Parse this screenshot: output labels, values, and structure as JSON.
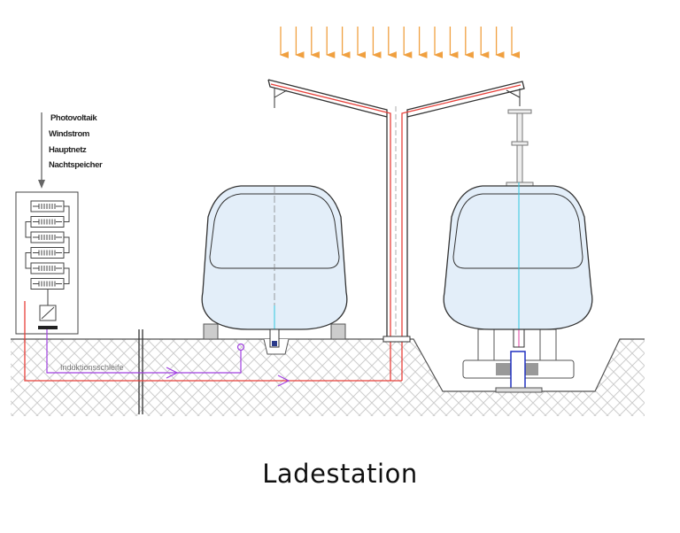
{
  "diagram": {
    "sources": [
      "Photovoltaik",
      "Windstrom",
      "Hauptnetz",
      "Nachtspeicher"
    ],
    "loop_label": "Induktionsschleife",
    "colors": {
      "sun": "#f0a040",
      "power": "#e8403a",
      "induction": "#a040e0",
      "vehicle": "#e3eef9",
      "axis": "#30c8e0"
    }
  },
  "caption": "Ladestation"
}
